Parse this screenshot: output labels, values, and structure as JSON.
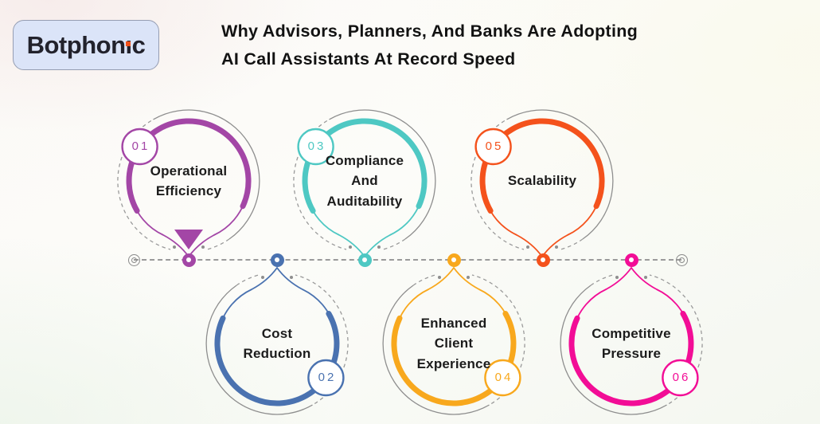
{
  "logo": {
    "text": "Botphonic",
    "dot_color": "#F1511B",
    "background_color": "#DBE4F8"
  },
  "title": {
    "lines": [
      "Why Advisors, Planners, And Banks Are Adopting",
      "AI Call Assistants At Record Speed"
    ]
  },
  "items": [
    {
      "number": "01",
      "label": "Operational\nEfficiency",
      "color": "#A346A6",
      "row": "top",
      "pointer": "filled-triangle"
    },
    {
      "number": "02",
      "label": "Cost\nReduction",
      "color": "#4A72B0",
      "row": "bottom",
      "pointer": "outline"
    },
    {
      "number": "03",
      "label": "Compliance\nAnd\nAuditability",
      "color": "#4EC8C3",
      "row": "top",
      "pointer": "outline"
    },
    {
      "number": "04",
      "label": "Enhanced\nClient\nExperience",
      "color": "#F8A81D",
      "row": "bottom",
      "pointer": "outline"
    },
    {
      "number": "05",
      "label": "Scalability",
      "color": "#F4521C",
      "row": "top",
      "pointer": "outline"
    },
    {
      "number": "06",
      "label": "Competitive\nPressure",
      "color": "#F20D96",
      "row": "bottom",
      "pointer": "outline"
    }
  ],
  "timeline": {
    "style": "dashed",
    "line_color": "#9A9A9A",
    "start_marker": "double-circle",
    "end_marker": "double-circle"
  }
}
